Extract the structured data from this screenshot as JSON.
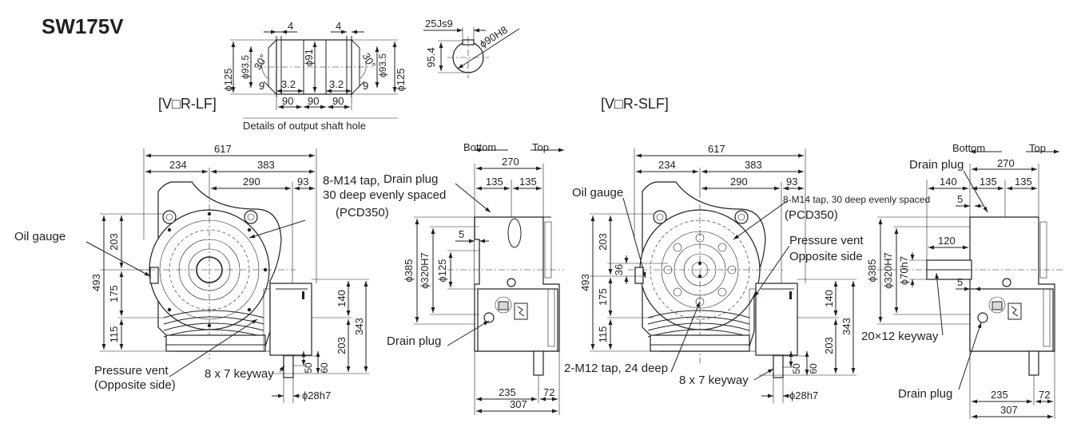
{
  "title": "SW175V",
  "section_left": "[V□R-LF]",
  "section_right": "[V□R-SLF]",
  "shaft_detail": {
    "caption": "Details of output shaft hole",
    "w4a": "4",
    "w4b": "4",
    "d125a": "ϕ125",
    "d125b": "ϕ125",
    "d935a": "ϕ93.5",
    "d935b": "ϕ93.5",
    "d91": "ϕ91",
    "ang30a": "30°",
    "ang30b": "30°",
    "c9a": "9",
    "c9b": "9",
    "c32a": "3.2",
    "c32b": "3.2",
    "s90a": "90",
    "s90b": "90",
    "s90c": "90"
  },
  "key_detail": {
    "js": "25Js9",
    "h8": "ϕ90H8",
    "d954": "95.4"
  },
  "lf_front": {
    "w617": "617",
    "w234": "234",
    "w383": "383",
    "w290": "290",
    "w93": "93",
    "tap_line1": "8-M14 tap,",
    "tap_line2": "30 deep evenly spaced",
    "pcd": "(PCD350)",
    "oil_gauge": "Oil gauge",
    "h493": "493",
    "h203": "203",
    "h175": "175",
    "h115": "115",
    "r140": "140",
    "r203": "203",
    "r343": "343",
    "k50": "50",
    "k60": "60",
    "keyway": "8 x 7 keyway",
    "vent1": "Pressure vent",
    "vent2": "(Opposite side)",
    "shaft": "ϕ28h7"
  },
  "lf_side": {
    "bottom": "Bottom",
    "top": "Top",
    "drain_top": "Drain plug",
    "drain_bot": "Drain plug",
    "w270": "270",
    "w135a": "135",
    "w135b": "135",
    "g5": "5",
    "d385": "ϕ385",
    "d320": "ϕ320H7",
    "d125": "ϕ125",
    "w235": "235",
    "w72": "72",
    "w307": "307"
  },
  "slf_front": {
    "w617": "617",
    "w234": "234",
    "w383": "383",
    "w290": "290",
    "w93": "93",
    "tap": "8-M14 tap, 30 deep evenly spaced",
    "pcd": "(PCD350)",
    "oil_gauge": "Oil gauge",
    "h493": "493",
    "h203": "203",
    "h175": "175",
    "h115": "115",
    "h36": "36",
    "vent1": "Pressure vent",
    "vent2": "Opposite side",
    "r140": "140",
    "r203": "203",
    "r343": "343",
    "k50": "50",
    "k60": "60",
    "tap2": "2-M12 tap, 24 deep",
    "keyway": "8 x 7 keyway",
    "shaft": "ϕ28h7"
  },
  "slf_side": {
    "bottom": "Bottom",
    "top": "Top",
    "drain_top": "Drain plug",
    "drain_bot": "Drain plug",
    "w270": "270",
    "w140": "140",
    "w135a": "135",
    "w135b": "135",
    "g5a": "5",
    "g5b": "5",
    "w120": "120",
    "d385": "ϕ385",
    "d320": "ϕ320H7",
    "d70": "ϕ70h7",
    "keyway": "20×12 keyway",
    "w235": "235",
    "w72": "72",
    "w307": "307"
  }
}
